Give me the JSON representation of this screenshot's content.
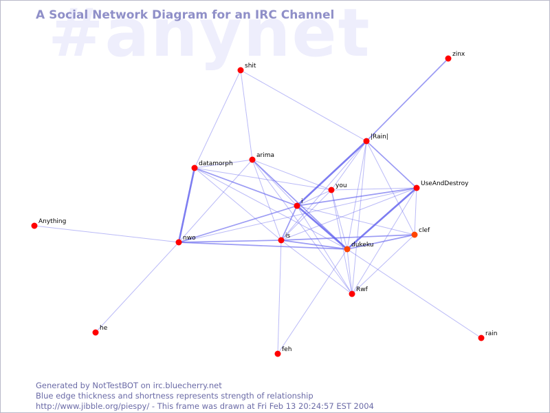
{
  "watermark": "#anynet",
  "title": "A Social Network Diagram for an IRC Channel",
  "footer": {
    "line1": "Generated by NotTestBOT on irc.bluecherry.net",
    "line2": "Blue edge thickness and shortness represents strength of relationship",
    "line3": "http://www.jibble.org/piespy/ - This frame was drawn at Fri Feb 13 20:24:57 EST 2004"
  },
  "colors": {
    "node": "#ff0000",
    "node_highlight": "#ff4400",
    "edge": "#6666ee",
    "title": "#8f8fc8",
    "watermark": "#eeeefc"
  },
  "nodes": [
    {
      "id": "zinx",
      "label": "zinx"
    },
    {
      "id": "shit",
      "label": "shit"
    },
    {
      "id": "rain_bar",
      "label": "|Rain|"
    },
    {
      "id": "arima",
      "label": "arima"
    },
    {
      "id": "datamorph",
      "label": "datamorph"
    },
    {
      "id": "you",
      "label": "you"
    },
    {
      "id": "useanddestroy",
      "label": "UseAndDestroy"
    },
    {
      "id": "i",
      "label": "i"
    },
    {
      "id": "anything",
      "label": "Anything"
    },
    {
      "id": "clef",
      "label": "clef"
    },
    {
      "id": "is",
      "label": "is"
    },
    {
      "id": "nwo",
      "label": "nwo"
    },
    {
      "id": "dukeku",
      "label": "dukeku"
    },
    {
      "id": "rwf",
      "label": "Rwf"
    },
    {
      "id": "he",
      "label": "he"
    },
    {
      "id": "rain",
      "label": "rain"
    },
    {
      "id": "feh",
      "label": "feh"
    }
  ],
  "edges": [
    {
      "source": "zinx",
      "target": "rain_bar",
      "weight": 2
    },
    {
      "source": "shit",
      "target": "rain_bar",
      "weight": 1
    },
    {
      "source": "shit",
      "target": "datamorph",
      "weight": 1
    },
    {
      "source": "shit",
      "target": "arima",
      "weight": 1
    },
    {
      "source": "rain_bar",
      "target": "i",
      "weight": 3
    },
    {
      "source": "rain_bar",
      "target": "you",
      "weight": 1
    },
    {
      "source": "rain_bar",
      "target": "useanddestroy",
      "weight": 2
    },
    {
      "source": "rain_bar",
      "target": "clef",
      "weight": 1
    },
    {
      "source": "rain_bar",
      "target": "dukeku",
      "weight": 1
    },
    {
      "source": "rain_bar",
      "target": "is",
      "weight": 1
    },
    {
      "source": "rain_bar",
      "target": "rwf",
      "weight": 1
    },
    {
      "source": "datamorph",
      "target": "nwo",
      "weight": 3
    },
    {
      "source": "datamorph",
      "target": "i",
      "weight": 2
    },
    {
      "source": "datamorph",
      "target": "is",
      "weight": 1
    },
    {
      "source": "datamorph",
      "target": "you",
      "weight": 1
    },
    {
      "source": "datamorph",
      "target": "arima",
      "weight": 1
    },
    {
      "source": "datamorph",
      "target": "dukeku",
      "weight": 1
    },
    {
      "source": "arima",
      "target": "i",
      "weight": 1
    },
    {
      "source": "arima",
      "target": "is",
      "weight": 1
    },
    {
      "source": "arima",
      "target": "dukeku",
      "weight": 2
    },
    {
      "source": "arima",
      "target": "you",
      "weight": 1
    },
    {
      "source": "arima",
      "target": "nwo",
      "weight": 1
    },
    {
      "source": "arima",
      "target": "rwf",
      "weight": 1
    },
    {
      "source": "you",
      "target": "useanddestroy",
      "weight": 1
    },
    {
      "source": "you",
      "target": "i",
      "weight": 1
    },
    {
      "source": "you",
      "target": "dukeku",
      "weight": 1
    },
    {
      "source": "you",
      "target": "is",
      "weight": 1
    },
    {
      "source": "you",
      "target": "rwf",
      "weight": 1
    },
    {
      "source": "useanddestroy",
      "target": "i",
      "weight": 2
    },
    {
      "source": "useanddestroy",
      "target": "dukeku",
      "weight": 3
    },
    {
      "source": "useanddestroy",
      "target": "is",
      "weight": 1
    },
    {
      "source": "useanddestroy",
      "target": "clef",
      "weight": 1
    },
    {
      "source": "useanddestroy",
      "target": "nwo",
      "weight": 1
    },
    {
      "source": "useanddestroy",
      "target": "rwf",
      "weight": 1
    },
    {
      "source": "i",
      "target": "dukeku",
      "weight": 3
    },
    {
      "source": "i",
      "target": "is",
      "weight": 2
    },
    {
      "source": "i",
      "target": "nwo",
      "weight": 2
    },
    {
      "source": "i",
      "target": "clef",
      "weight": 1
    },
    {
      "source": "i",
      "target": "rwf",
      "weight": 1
    },
    {
      "source": "anything",
      "target": "nwo",
      "weight": 1
    },
    {
      "source": "clef",
      "target": "dukeku",
      "weight": 2
    },
    {
      "source": "clef",
      "target": "is",
      "weight": 2
    },
    {
      "source": "clef",
      "target": "rwf",
      "weight": 1
    },
    {
      "source": "is",
      "target": "nwo",
      "weight": 2
    },
    {
      "source": "is",
      "target": "dukeku",
      "weight": 2
    },
    {
      "source": "is",
      "target": "rwf",
      "weight": 1
    },
    {
      "source": "is",
      "target": "feh",
      "weight": 1
    },
    {
      "source": "nwo",
      "target": "dukeku",
      "weight": 2
    },
    {
      "source": "nwo",
      "target": "he",
      "weight": 1
    },
    {
      "source": "dukeku",
      "target": "rwf",
      "weight": 1
    },
    {
      "source": "dukeku",
      "target": "feh",
      "weight": 1
    },
    {
      "source": "dukeku",
      "target": "rain",
      "weight": 1
    }
  ]
}
